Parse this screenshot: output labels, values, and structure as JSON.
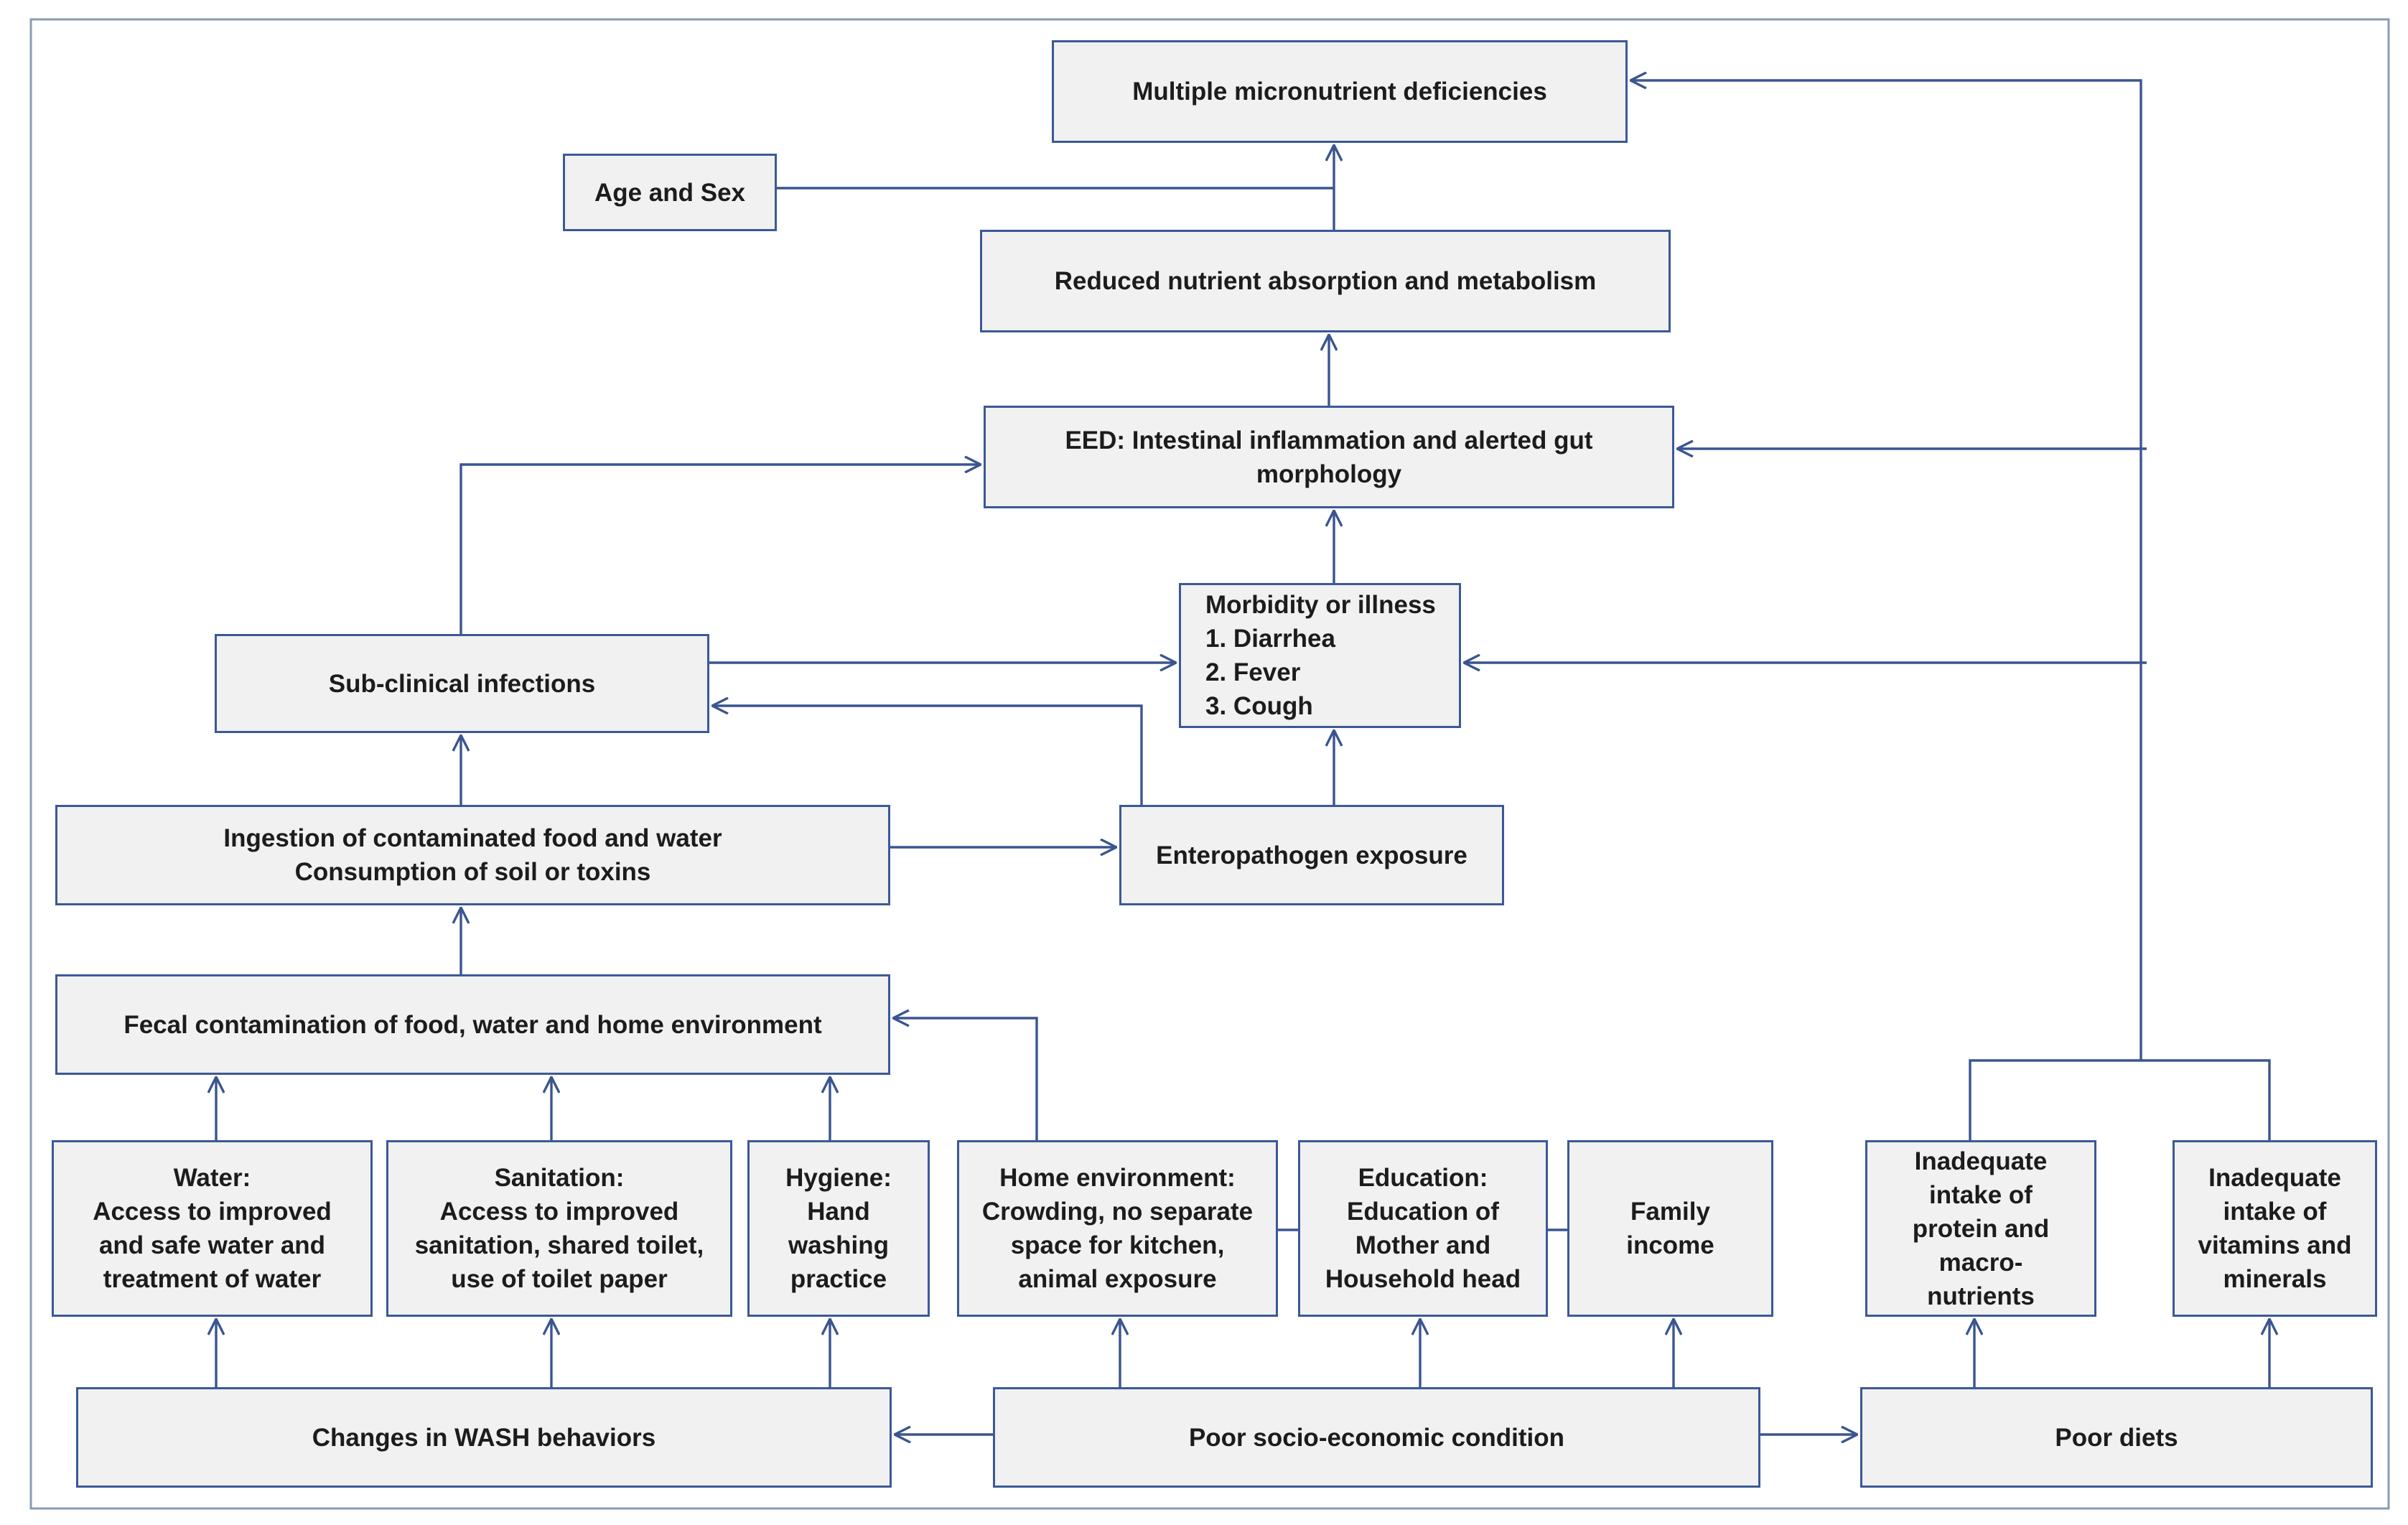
{
  "diagram": {
    "nodes": [
      {
        "id": "micronutrient",
        "text": "Multiple micronutrient deficiencies"
      },
      {
        "id": "age_sex",
        "text": "Age and Sex"
      },
      {
        "id": "absorption",
        "text": "Reduced nutrient absorption and metabolism"
      },
      {
        "id": "eed",
        "text": "EED: Intestinal inflammation and alerted gut\nmorphology"
      },
      {
        "id": "morbidity",
        "text": "Morbidity or illness\n1. Diarrhea\n2. Fever\n3. Cough"
      },
      {
        "id": "subclinical",
        "text": "Sub-clinical infections"
      },
      {
        "id": "ingestion",
        "text": "Ingestion of contaminated food and water\nConsumption of soil or toxins"
      },
      {
        "id": "enteropathogen",
        "text": "Enteropathogen exposure"
      },
      {
        "id": "fecal",
        "text": "Fecal contamination of food, water and home environment"
      },
      {
        "id": "water",
        "text": "Water:\nAccess to improved\nand safe water and\ntreatment of water"
      },
      {
        "id": "sanitation",
        "text": "Sanitation:\nAccess to improved\nsanitation, shared toilet,\nuse of toilet paper"
      },
      {
        "id": "hygiene",
        "text": "Hygiene:\nHand\nwashing\npractice"
      },
      {
        "id": "home",
        "text": "Home environment:\nCrowding, no separate\nspace for kitchen,\nanimal exposure"
      },
      {
        "id": "education",
        "text": "Education:\nEducation of\nMother and\nHousehold head"
      },
      {
        "id": "income",
        "text": "Family\nincome"
      },
      {
        "id": "protein",
        "text": "Inadequate\nintake of\nprotein and\nmacro-\nnutrients"
      },
      {
        "id": "vitamins",
        "text": "Inadequate\nintake of\nvitamins and\nminerals"
      },
      {
        "id": "wash",
        "text": "Changes in WASH behaviors"
      },
      {
        "id": "socio",
        "text": "Poor socio-economic condition"
      },
      {
        "id": "diets",
        "text": "Poor diets"
      }
    ],
    "edges": [
      {
        "from": "absorption",
        "to": "micronutrient"
      },
      {
        "from": "age_sex",
        "to": "micronutrient"
      },
      {
        "from": "protein",
        "to": "micronutrient"
      },
      {
        "from": "vitamins",
        "to": "micronutrient"
      },
      {
        "from": "eed",
        "to": "absorption"
      },
      {
        "from": "protein",
        "to": "eed"
      },
      {
        "from": "vitamins",
        "to": "eed"
      },
      {
        "from": "morbidity",
        "to": "eed"
      },
      {
        "from": "subclinical",
        "to": "eed"
      },
      {
        "from": "subclinical",
        "to": "morbidity"
      },
      {
        "from": "protein",
        "to": "morbidity"
      },
      {
        "from": "vitamins",
        "to": "morbidity"
      },
      {
        "from": "enteropathogen",
        "to": "morbidity"
      },
      {
        "from": "enteropathogen",
        "to": "subclinical"
      },
      {
        "from": "ingestion",
        "to": "subclinical"
      },
      {
        "from": "ingestion",
        "to": "enteropathogen"
      },
      {
        "from": "fecal",
        "to": "ingestion"
      },
      {
        "from": "water",
        "to": "fecal"
      },
      {
        "from": "sanitation",
        "to": "fecal"
      },
      {
        "from": "hygiene",
        "to": "fecal"
      },
      {
        "from": "home",
        "to": "fecal"
      },
      {
        "from": "wash",
        "to": "water"
      },
      {
        "from": "wash",
        "to": "sanitation"
      },
      {
        "from": "wash",
        "to": "hygiene"
      },
      {
        "from": "socio",
        "to": "wash"
      },
      {
        "from": "socio",
        "to": "home"
      },
      {
        "from": "socio",
        "to": "education"
      },
      {
        "from": "socio",
        "to": "income"
      },
      {
        "from": "socio",
        "to": "diets"
      },
      {
        "from": "diets",
        "to": "protein"
      },
      {
        "from": "diets",
        "to": "vitamins"
      },
      {
        "from": "home",
        "to": "education"
      },
      {
        "from": "education",
        "to": "income"
      }
    ]
  }
}
